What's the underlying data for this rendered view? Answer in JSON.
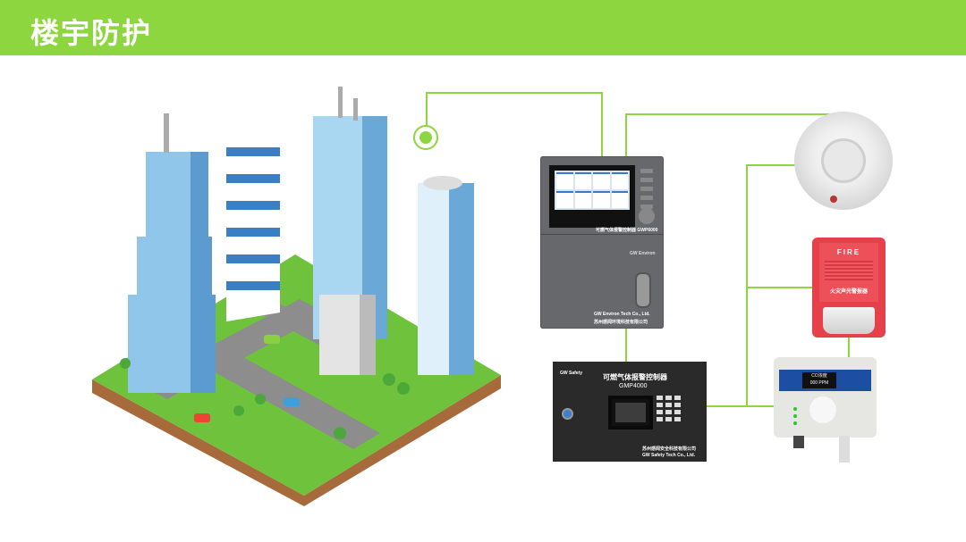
{
  "header": {
    "title": "楼宇防护"
  },
  "accent_color": "#8dd63f",
  "devices": {
    "gwp6000": {
      "model_label": "可燃气体报警控制器 GWP6000",
      "brand": "GW Environ",
      "company_en": "GW Environ Tech Co., Ltd.",
      "company_cn": "苏州感闻环境科技有限公司"
    },
    "gmp4000": {
      "brand": "GW Safety",
      "name": "可燃气体报警控制器",
      "model": "GMP4000",
      "company_cn": "苏州感闻安全科技有限公司",
      "company_en": "GW Safety Tech Co., Ltd."
    },
    "fire_alarm": {
      "label": "FIRE",
      "name": "火灾声光警报器"
    },
    "sensor": {
      "reading_name": "CO浓度",
      "reading_value": "000 PPM"
    }
  }
}
